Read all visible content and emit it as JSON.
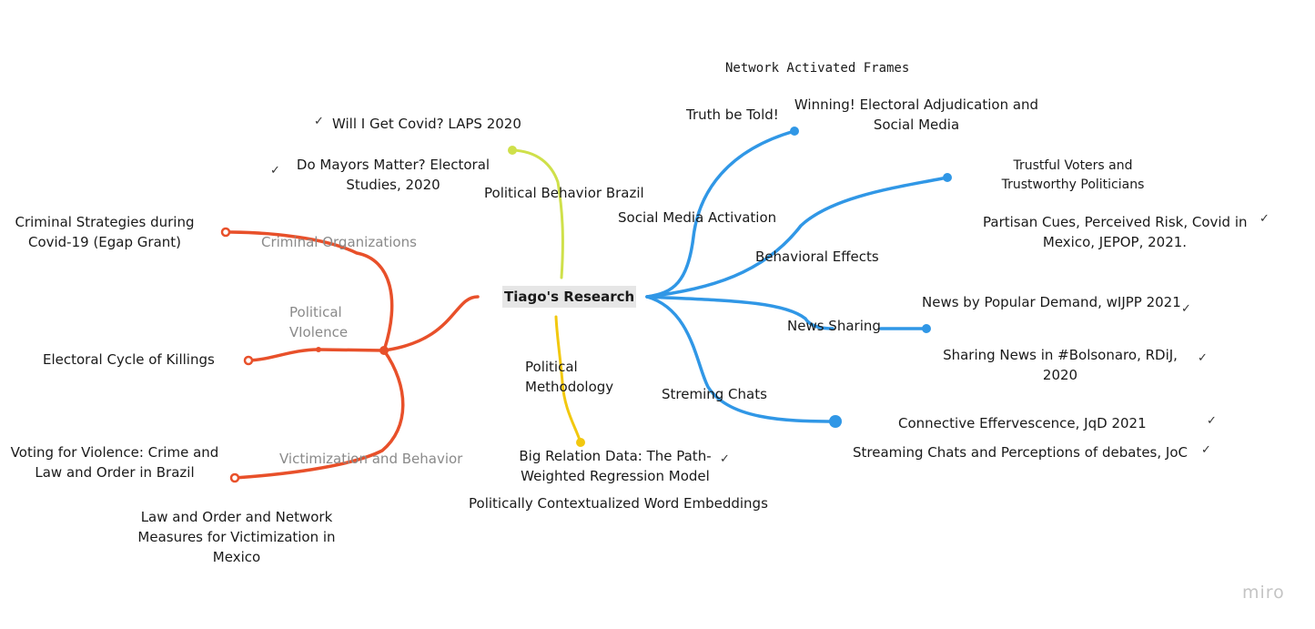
{
  "colors": {
    "red": "#e8502a",
    "yellow": "#f2c80f",
    "lime": "#cfe04a",
    "blue": "#3097e6"
  },
  "root": "Tiago's Research",
  "branches": {
    "political_behavior_brazil": "Political Behavior Brazil",
    "criminal_organizations": "Criminal Organizations",
    "political_violence": [
      "Political",
      "VIolence"
    ],
    "victimization": "Victimization and Behavior",
    "political_methodology": [
      "Political",
      "Methodology"
    ],
    "social_media": "Social Media Activation",
    "behavioral_effects": "Behavioral Effects",
    "news_sharing": "News Sharing",
    "streaming_chats": "Streming Chats"
  },
  "leaves": {
    "covid_laps": "Will I Get Covid? LAPS 2020",
    "mayors": [
      "Do Mayors Matter? Electoral",
      "Studies, 2020"
    ],
    "criminal_strategies": [
      "Criminal Strategies during",
      "Covid-19 (Egap Grant)"
    ],
    "electoral_cycle": "Electoral Cycle of Killings",
    "voting_violence": [
      "Voting for Violence: Crime and",
      "Law and Order in Brazil"
    ],
    "law_order": [
      "Law and Order and Network",
      "Measures for Victimization in",
      "Mexico"
    ],
    "big_relation": [
      "Big Relation Data: The Path-",
      "Weighted Regression Model"
    ],
    "word_embeddings": "Politically Contextualized Word Embeddings",
    "network_frames": "Network Activated Frames",
    "truth_told": "Truth be Told!",
    "winning": [
      "Winning! Electoral Adjudication and",
      "Social Media"
    ],
    "trustful": [
      "Trustful Voters and",
      "Trustworthy Politicians"
    ],
    "partisan_cues": [
      "Partisan Cues, Perceived Risk, Covid in",
      "Mexico, JEPOP, 2021."
    ],
    "news_demand": "News by Popular Demand, wIJPP 2021",
    "sharing_news": [
      "Sharing News in #Bolsonaro, RDiJ,",
      "2020"
    ],
    "connective": "Connective Effervescence, JqD 2021",
    "streaming_perceptions": "Streaming Chats and Perceptions of debates, JoC"
  },
  "check_glyph": "✓",
  "logo": "miro"
}
